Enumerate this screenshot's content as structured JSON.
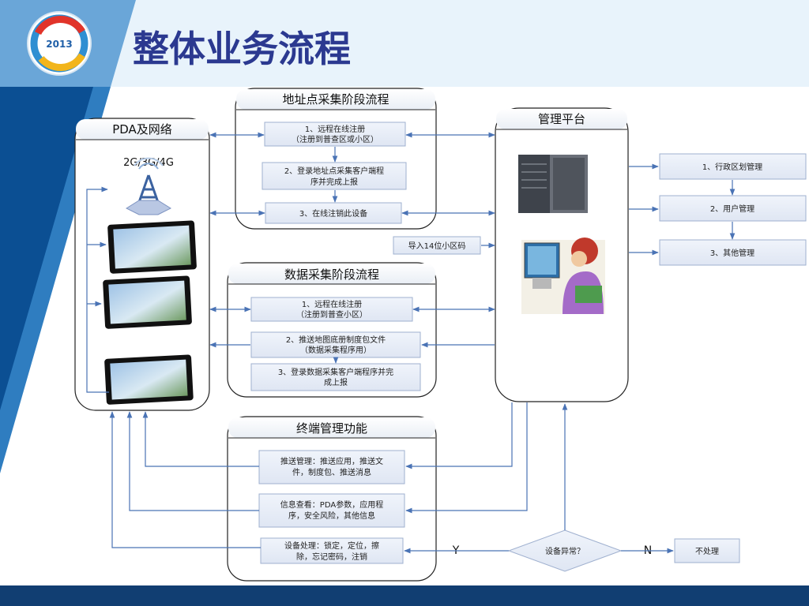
{
  "slide": {
    "title": "整体业务流程",
    "logo_text": "2013"
  },
  "colors": {
    "title": "#2b3990",
    "header_band": "#e8f3fb",
    "left_bar_dark": "#0b4f93",
    "left_bar_light": "#2f7dc0",
    "footer": "#113e72",
    "box_fill": "#e6ecf6",
    "box_stroke": "#9fb0cf",
    "arrow": "#4a73b5"
  },
  "pda_network": {
    "label": "PDA及网络",
    "network_label": "2G/3G/4G"
  },
  "address_stage": {
    "label": "地址点采集阶段流程",
    "step1_line1": "1、远程在线注册",
    "step1_line2": "（注册到普查区或小区）",
    "step2_line1": "2、登录地址点采集客户端程",
    "step2_line2": "序并完成上报",
    "step3": "3、在线注销此设备"
  },
  "import_label": "导入14位小区码",
  "data_stage": {
    "label": "数据采集阶段流程",
    "step1_line1": "1、远程在线注册",
    "step1_line2": "（注册到普查小区）",
    "step2_line1": "2、推送地图底册制度包文件",
    "step2_line2": "（数据采集程序用）",
    "step3_line1": "3、登录数据采集客户端程序并完",
    "step3_line2": "成上报"
  },
  "management_platform": {
    "label": "管理平台",
    "items": [
      "1、行政区划管理",
      "2、用户管理",
      "3、其他管理"
    ]
  },
  "terminal_mgmt": {
    "label": "终端管理功能",
    "push_line1": "推送管理：推送应用，推送文",
    "push_line2": "件，制度包、推送消息",
    "info_line1": "信息查看：PDA参数，应用程",
    "info_line2": "序，安全风险，其他信息",
    "device_line1": "设备处理：锁定，定位，擦",
    "device_line2": "除，忘记密码，注销"
  },
  "decision": {
    "label": "设备异常？",
    "yes": "Y",
    "no": "N",
    "no_action": "不处理"
  }
}
